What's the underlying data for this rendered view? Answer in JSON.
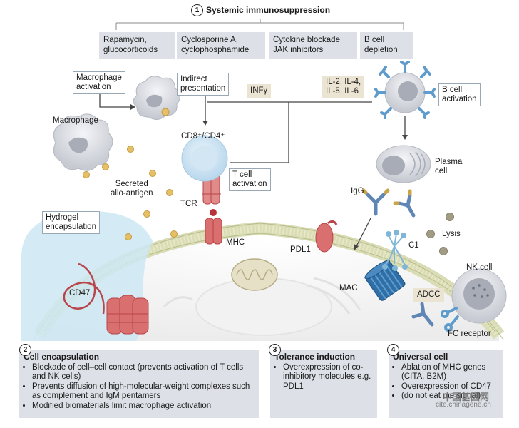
{
  "header": {
    "number": "1",
    "title": "Systemic immunosuppression"
  },
  "drugs": [
    {
      "line1": "Rapamycin,",
      "line2": "glucocorticoids"
    },
    {
      "line1": "Cyclosporine A,",
      "line2": "cyclophosphamide"
    },
    {
      "line1": "Cytokine blockade",
      "line2": "JAK inhibitors"
    },
    {
      "line1": "B cell",
      "line2": "depletion"
    }
  ],
  "labels": {
    "macrophage_activation_1": "Macrophage",
    "macrophage_activation_2": "activation",
    "indirect_presentation_1": "Indirect",
    "indirect_presentation_2": "presentation",
    "infg": "INFγ",
    "il_1": "IL-2, IL-4,",
    "il_2": "IL-5, IL-6",
    "b_cell_activation_1": "B cell",
    "b_cell_activation_2": "activation",
    "macrophage": "Macrophage",
    "cd8_cd4": "CD8⁺/CD4⁺",
    "secreted_1": "Secreted",
    "secreted_2": "allo-antigen",
    "t_cell_activation_1": "T cell",
    "t_cell_activation_2": "activation",
    "plasma_cell_1": "Plasma",
    "plasma_cell_2": "cell",
    "igg": "IgG",
    "tcr": "TCR",
    "hydrogel_1": "Hydrogel",
    "hydrogel_2": "encapsulation",
    "mhc": "MHC",
    "pdl1": "PDL1",
    "c1": "C1",
    "lysis": "Lysis",
    "nk_cell": "NK cell",
    "mac": "MAC",
    "cd47": "CD47",
    "adcc": "ADCC",
    "fc_receptor": "FC receptor"
  },
  "panels": [
    {
      "number": "2",
      "title": "Cell encapsulation",
      "items": [
        "Blockade of cell–cell contact (prevents activation of T cells and NK cells)",
        "Prevents diffusion of high-molecular-weight complexes such as complement and IgM pentamers",
        "Modified biomaterials limit macrophage activation"
      ]
    },
    {
      "number": "3",
      "title": "Tolerance induction",
      "items": [
        "Overexpression of co-inhibitory molecules e.g. PDL1"
      ]
    },
    {
      "number": "4",
      "title": "Universal cell",
      "items": [
        "Ablation of MHC genes (CITA, B2M)",
        "Overexpression of CD47",
        "(do not eat me signal)"
      ]
    }
  ],
  "watermark": {
    "line1": "中国基因网",
    "line2": "cite.chinagene.cn"
  },
  "colors": {
    "membrane": "#d9dcb4",
    "hydrogel": "#cde7f4",
    "red_protein": "#d9706f",
    "antibody": "#5f86b5",
    "cell_grey": "#c9ccd3",
    "nucleus_grey": "#a8acb6",
    "panel_bg": "#dde1e7",
    "tag_bg": "#ebe4d2"
  }
}
